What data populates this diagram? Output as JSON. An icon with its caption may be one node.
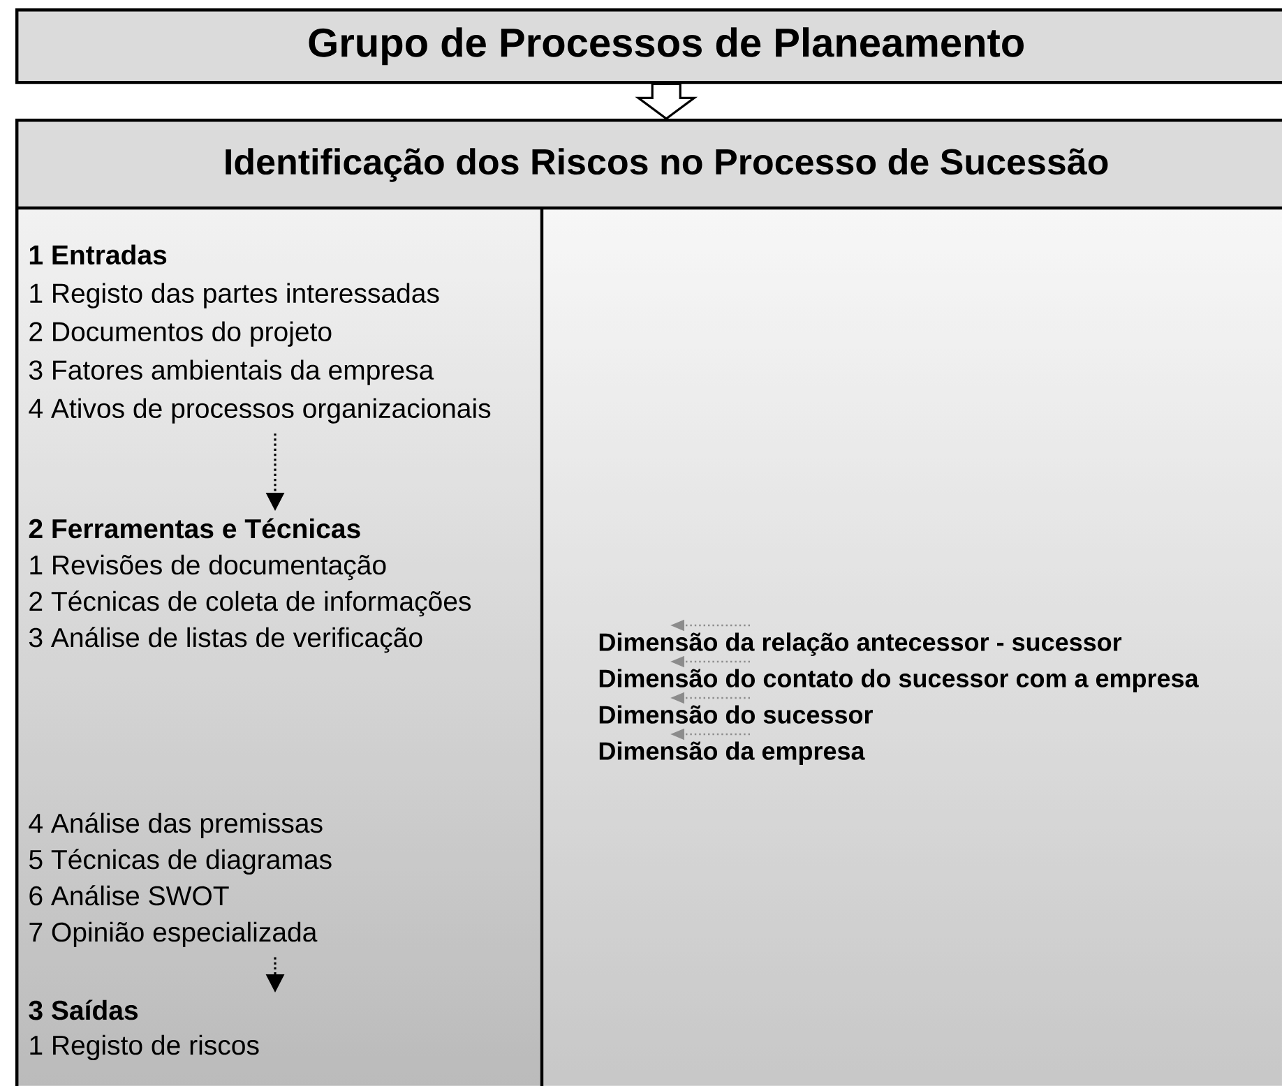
{
  "diagram": {
    "nodes": [
      {
        "text": [
          "Grupo de Processos de Planeamento"
        ]
      },
      {
        "text": [
          "Identificação dos Riscos no Processo de Sucessão"
        ]
      },
      {
        "text": [
          "1 Entradas",
          "1 Registo das partes interessadas",
          "2 Documentos do projeto",
          "3 Fatores ambientais da empresa",
          "4 Ativos de processos organizacionais"
        ],
        "in": 1
      },
      {
        "text": [
          "2 Ferramentas e Técnicas",
          "1 Revisões de documentação",
          "2 Técnicas de coleta de informações",
          "3 Análise de listas de verificação",
          "4 Análise das premissas",
          "5 Técnicas de diagramas",
          "6 Análise SWOT",
          "7 Opinião especializada"
        ],
        "in": 1
      },
      {
        "text": [
          "3 Saídas",
          "1 Registo de riscos"
        ],
        "in": 1
      },
      {
        "text": [
          "Dimensão da relação antecessor - sucessor"
        ],
        "in": 1
      },
      {
        "text": [
          "Dimensão do contato do sucessor com a empresa"
        ],
        "in": 1
      },
      {
        "text": [
          "Dimensão do sucessor"
        ],
        "in": 1
      },
      {
        "text": [
          "Dimensão da empresa"
        ],
        "in": 1
      }
    ],
    "edges": [
      {
        "from": 0,
        "to": 1,
        "arrow": "to"
      },
      {
        "from": 2,
        "to": 3,
        "arrow": "to",
        "style": "dashed"
      },
      {
        "from": 3,
        "to": 4,
        "arrow": "to",
        "style": "dashed"
      }
    ]
  }
}
